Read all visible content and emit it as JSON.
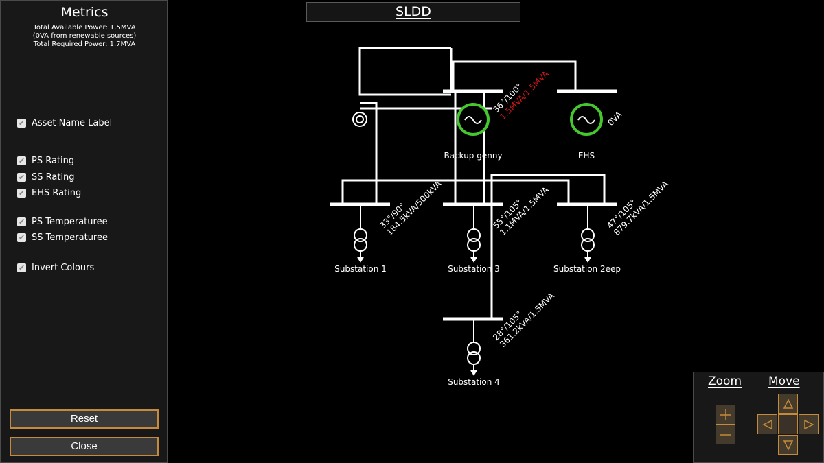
{
  "metrics": {
    "title": "Metrics",
    "total_available": "Total Available Power: 1.5MVA",
    "renewable": "(0VA from renewable sources)",
    "total_required": "Total Required Power: 1.7MVA"
  },
  "options": [
    {
      "label": "Asset Name Label",
      "checked": true
    },
    {
      "label": "PS Rating",
      "checked": true
    },
    {
      "label": "SS Rating",
      "checked": true
    },
    {
      "label": "EHS Rating",
      "checked": true
    },
    {
      "label": "PS Temperaturee",
      "checked": true
    },
    {
      "label": "SS Temperaturee",
      "checked": true
    },
    {
      "label": "Invert Colours",
      "checked": true
    }
  ],
  "buttons": {
    "reset": "Reset",
    "close": "Close"
  },
  "diagram": {
    "title": "SLDD",
    "generators": {
      "backup": {
        "name": "Backup genny",
        "rating_line1": "36°/100°",
        "rating_line2": "1.5MVA/1.5MVA",
        "overload_color": "#d01818"
      },
      "ehs": {
        "name": "EHS",
        "rating": "0VA"
      }
    },
    "substations": {
      "s1": {
        "name": "Substation 1",
        "line1": "33°/90°",
        "line2": "184.5kVA/500kVA"
      },
      "s3": {
        "name": "Substation 3",
        "line1": "55°/105°",
        "line2": "1.1MVA/1.5MVA"
      },
      "s2": {
        "name": "Substation 2eep",
        "line1": "47°/105°",
        "line2": "879.7kVA/1.5MVA"
      },
      "s4": {
        "name": "Substation 4",
        "line1": "28°/105°",
        "line2": "361.2kVA/1.5MVA"
      }
    },
    "generator_color": "#44c82e"
  },
  "nav": {
    "zoom_label": "Zoom",
    "move_label": "Move"
  },
  "colors": {
    "button_border": "#c58a3a",
    "panel_bg": "#181818"
  }
}
